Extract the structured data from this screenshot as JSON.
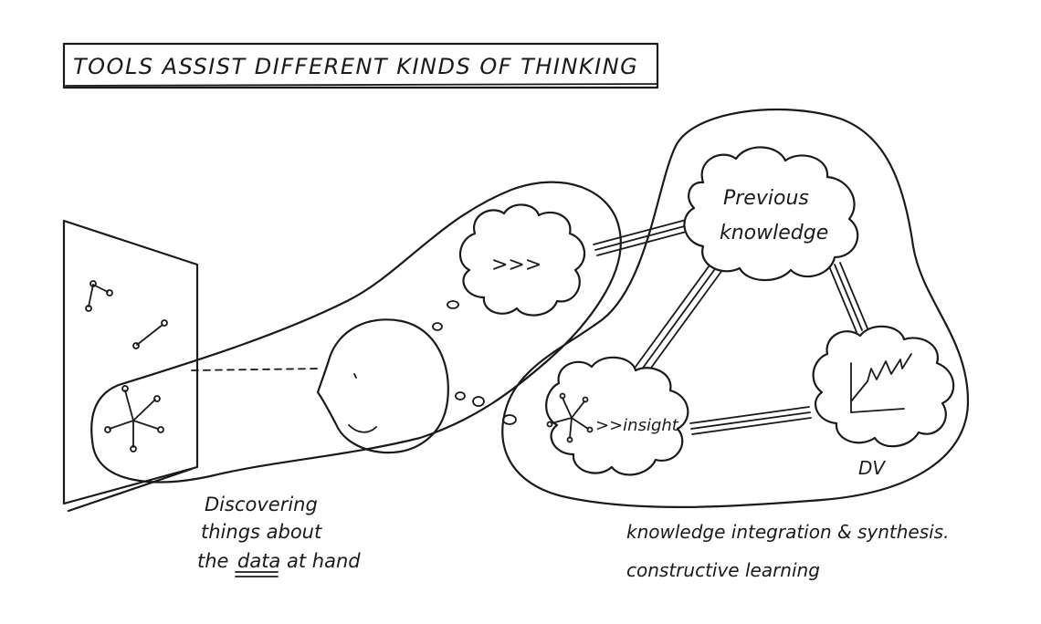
{
  "title": "TOOLS ASSIST DIFFERENT KINDS OF THINKING",
  "clouds": {
    "chevrons": ">>>",
    "previous_knowledge": [
      "Previous",
      "knowledge"
    ],
    "insight": ">>insight",
    "dv": "DV"
  },
  "captions": {
    "left": [
      "Discovering",
      "things about",
      "the",
      "data",
      "at hand"
    ],
    "right": [
      "knowledge integration & synthesis.",
      "constructive learning"
    ]
  }
}
